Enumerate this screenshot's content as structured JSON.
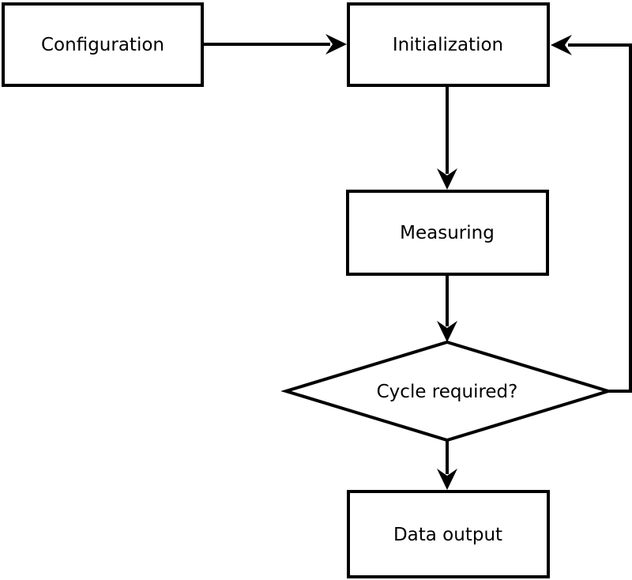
{
  "diagram": {
    "background_color": "#ffffff",
    "line_color": "#000000",
    "text_color": "#000000",
    "nodes": [
      {
        "id": "configuration",
        "shape": "rectangle",
        "label": "Configuration"
      },
      {
        "id": "initialization",
        "shape": "rectangle",
        "label": "Initialization"
      },
      {
        "id": "measuring",
        "shape": "rectangle",
        "label": "Measuring"
      },
      {
        "id": "cycle-required",
        "shape": "diamond",
        "label": "Cycle required?"
      },
      {
        "id": "data-output",
        "shape": "rectangle",
        "label": "Data output"
      }
    ],
    "edges": [
      {
        "from": "configuration",
        "to": "initialization",
        "direction": "right"
      },
      {
        "from": "initialization",
        "to": "measuring",
        "direction": "down"
      },
      {
        "from": "measuring",
        "to": "cycle-required",
        "direction": "down"
      },
      {
        "from": "cycle-required",
        "to": "data-output",
        "direction": "down"
      },
      {
        "from": "cycle-required",
        "to": "initialization",
        "direction": "right-up-left-loop"
      }
    ]
  }
}
